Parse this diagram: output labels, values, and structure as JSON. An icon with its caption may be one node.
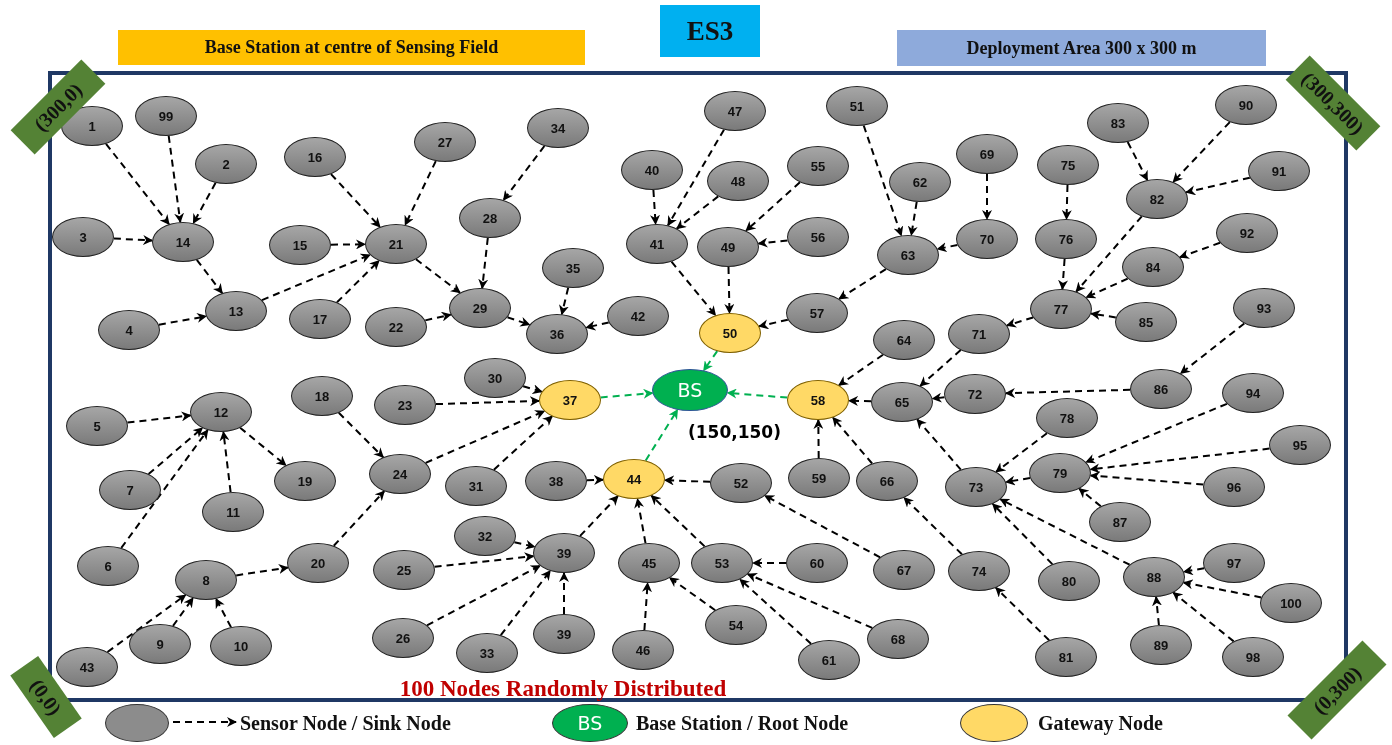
{
  "diagram": {
    "title": "ES3",
    "nodes": [
      {
        "text": [
          "BS"
        ],
        "beside": [
          "(150,150)"
        ]
      },
      {
        "text": [
          "1"
        ]
      },
      {
        "text": [
          "2"
        ]
      },
      {
        "text": [
          "3"
        ]
      },
      {
        "text": [
          "4"
        ]
      },
      {
        "text": [
          "5"
        ]
      },
      {
        "text": [
          "6"
        ]
      },
      {
        "text": [
          "7"
        ]
      },
      {
        "text": [
          "8"
        ]
      },
      {
        "text": [
          "9"
        ]
      },
      {
        "text": [
          "10"
        ]
      },
      {
        "text": [
          "11"
        ]
      },
      {
        "text": [
          "12"
        ]
      },
      {
        "text": [
          "13"
        ]
      },
      {
        "text": [
          "14"
        ]
      },
      {
        "text": [
          "15"
        ]
      },
      {
        "text": [
          "16"
        ]
      },
      {
        "text": [
          "17"
        ]
      },
      {
        "text": [
          "18"
        ]
      },
      {
        "text": [
          "19"
        ]
      },
      {
        "text": [
          "20"
        ]
      },
      {
        "text": [
          "21"
        ]
      },
      {
        "text": [
          "22"
        ]
      },
      {
        "text": [
          "23"
        ]
      },
      {
        "text": [
          "24"
        ]
      },
      {
        "text": [
          "25"
        ]
      },
      {
        "text": [
          "26"
        ]
      },
      {
        "text": [
          "27"
        ]
      },
      {
        "text": [
          "28"
        ]
      },
      {
        "text": [
          "29"
        ]
      },
      {
        "text": [
          "30"
        ]
      },
      {
        "text": [
          "31"
        ]
      },
      {
        "text": [
          "32"
        ]
      },
      {
        "text": [
          "33"
        ]
      },
      {
        "text": [
          "34"
        ]
      },
      {
        "text": [
          "35"
        ]
      },
      {
        "text": [
          "36"
        ]
      },
      {
        "text": [
          "37"
        ]
      },
      {
        "text": [
          "38"
        ]
      },
      {
        "text": [
          "39"
        ]
      },
      {
        "text": [
          "40"
        ]
      },
      {
        "text": [
          "41"
        ]
      },
      {
        "text": [
          "42"
        ]
      },
      {
        "text": [
          "43"
        ]
      },
      {
        "text": [
          "44"
        ]
      },
      {
        "text": [
          "45"
        ]
      },
      {
        "text": [
          "46"
        ]
      },
      {
        "text": [
          "47"
        ]
      },
      {
        "text": [
          "48"
        ]
      },
      {
        "text": [
          "49"
        ]
      },
      {
        "text": [
          "50"
        ]
      },
      {
        "text": [
          "51"
        ]
      },
      {
        "text": [
          "52"
        ]
      },
      {
        "text": [
          "53"
        ]
      },
      {
        "text": [
          "54"
        ]
      },
      {
        "text": [
          "55"
        ]
      },
      {
        "text": [
          "56"
        ]
      },
      {
        "text": [
          "57"
        ]
      },
      {
        "text": [
          "58"
        ]
      },
      {
        "text": [
          "59"
        ]
      },
      {
        "text": [
          "60"
        ]
      },
      {
        "text": [
          "61"
        ]
      },
      {
        "text": [
          "62"
        ]
      },
      {
        "text": [
          "63"
        ]
      },
      {
        "text": [
          "64"
        ]
      },
      {
        "text": [
          "65"
        ]
      },
      {
        "text": [
          "66"
        ]
      },
      {
        "text": [
          "67"
        ]
      },
      {
        "text": [
          "68"
        ]
      },
      {
        "text": [
          "69"
        ]
      },
      {
        "text": [
          "70"
        ]
      },
      {
        "text": [
          "71"
        ]
      },
      {
        "text": [
          "72"
        ]
      },
      {
        "text": [
          "73"
        ]
      },
      {
        "text": [
          "74"
        ]
      },
      {
        "text": [
          "75"
        ]
      },
      {
        "text": [
          "76"
        ]
      },
      {
        "text": [
          "77"
        ]
      },
      {
        "text": [
          "78"
        ]
      },
      {
        "text": [
          "79"
        ]
      },
      {
        "text": [
          "80"
        ]
      },
      {
        "text": [
          "81"
        ]
      },
      {
        "text": [
          "82"
        ]
      },
      {
        "text": [
          "83"
        ]
      },
      {
        "text": [
          "84"
        ]
      },
      {
        "text": [
          "85"
        ]
      },
      {
        "text": [
          "86"
        ]
      },
      {
        "text": [
          "87"
        ]
      },
      {
        "text": [
          "88"
        ]
      },
      {
        "text": [
          "89"
        ]
      },
      {
        "text": [
          "90"
        ]
      },
      {
        "text": [
          "91"
        ]
      },
      {
        "text": [
          "92"
        ]
      },
      {
        "text": [
          "93"
        ]
      },
      {
        "text": [
          "94"
        ]
      },
      {
        "text": [
          "95"
        ]
      },
      {
        "text": [
          "96"
        ]
      },
      {
        "text": [
          "97"
        ]
      },
      {
        "text": [
          "98"
        ]
      },
      {
        "text": [
          "99"
        ]
      },
      {
        "text": [
          "100"
        ]
      },
      {
        "text": [
          "39"
        ]
      }
    ],
    "edges": [
      {
        "from": 1,
        "to": 14,
        "arrow": "to"
      },
      {
        "from": 99,
        "to": 14,
        "arrow": "to"
      },
      {
        "from": 2,
        "to": 14,
        "arrow": "to"
      },
      {
        "from": 3,
        "to": 14,
        "arrow": "to"
      },
      {
        "from": 14,
        "to": 13,
        "arrow": "to"
      },
      {
        "from": 4,
        "to": 13,
        "arrow": "to"
      },
      {
        "from": 13,
        "to": 21,
        "arrow": "to"
      },
      {
        "from": 16,
        "to": 21,
        "arrow": "to"
      },
      {
        "from": 27,
        "to": 21,
        "arrow": "to"
      },
      {
        "from": 15,
        "to": 21,
        "arrow": "to"
      },
      {
        "from": 17,
        "to": 21,
        "arrow": "to"
      },
      {
        "from": 21,
        "to": 29,
        "arrow": "to"
      },
      {
        "from": 34,
        "to": 28,
        "arrow": "to"
      },
      {
        "from": 28,
        "to": 29,
        "arrow": "to"
      },
      {
        "from": 22,
        "to": 29,
        "arrow": "to"
      },
      {
        "from": 29,
        "to": 36,
        "arrow": "to"
      },
      {
        "from": 35,
        "to": 36,
        "arrow": "to"
      },
      {
        "from": 42,
        "to": 36,
        "arrow": "to"
      },
      {
        "from": 40,
        "to": 41,
        "arrow": "to"
      },
      {
        "from": 47,
        "to": 41,
        "arrow": "to"
      },
      {
        "from": 48,
        "to": 41,
        "arrow": "to"
      },
      {
        "from": 41,
        "to": 50,
        "arrow": "to"
      },
      {
        "from": 55,
        "to": 49,
        "arrow": "to"
      },
      {
        "from": 56,
        "to": 49,
        "arrow": "to"
      },
      {
        "from": 49,
        "to": 50,
        "arrow": "to"
      },
      {
        "from": 51,
        "to": 63,
        "arrow": "to"
      },
      {
        "from": 62,
        "to": 63,
        "arrow": "to"
      },
      {
        "from": 69,
        "to": 70,
        "arrow": "to"
      },
      {
        "from": 70,
        "to": 63,
        "arrow": "to"
      },
      {
        "from": 63,
        "to": 57,
        "arrow": "to"
      },
      {
        "from": 57,
        "to": 50,
        "arrow": "to"
      },
      {
        "from": 50,
        "to": 0,
        "arrow": "to",
        "color": "#00b050"
      },
      {
        "from": 75,
        "to": 76,
        "arrow": "to"
      },
      {
        "from": 76,
        "to": 77,
        "arrow": "to"
      },
      {
        "from": 83,
        "to": 82,
        "arrow": "to"
      },
      {
        "from": 90,
        "to": 82,
        "arrow": "to"
      },
      {
        "from": 91,
        "to": 82,
        "arrow": "to"
      },
      {
        "from": 82,
        "to": 77,
        "arrow": "to"
      },
      {
        "from": 92,
        "to": 84,
        "arrow": "to"
      },
      {
        "from": 84,
        "to": 77,
        "arrow": "to"
      },
      {
        "from": 85,
        "to": 77,
        "arrow": "to"
      },
      {
        "from": 77,
        "to": 71,
        "arrow": "to"
      },
      {
        "from": 71,
        "to": 65,
        "arrow": "to"
      },
      {
        "from": 93,
        "to": 86,
        "arrow": "to"
      },
      {
        "from": 86,
        "to": 72,
        "arrow": "to"
      },
      {
        "from": 72,
        "to": 65,
        "arrow": "to"
      },
      {
        "from": 64,
        "to": 58,
        "arrow": "to"
      },
      {
        "from": 65,
        "to": 58,
        "arrow": "to"
      },
      {
        "from": 78,
        "to": 73,
        "arrow": "to"
      },
      {
        "from": 94,
        "to": 79,
        "arrow": "to"
      },
      {
        "from": 95,
        "to": 79,
        "arrow": "to"
      },
      {
        "from": 96,
        "to": 79,
        "arrow": "to"
      },
      {
        "from": 87,
        "to": 79,
        "arrow": "to"
      },
      {
        "from": 79,
        "to": 73,
        "arrow": "to"
      },
      {
        "from": 73,
        "to": 65,
        "arrow": "to"
      },
      {
        "from": 80,
        "to": 73,
        "arrow": "to"
      },
      {
        "from": 97,
        "to": 88,
        "arrow": "to"
      },
      {
        "from": 100,
        "to": 88,
        "arrow": "to"
      },
      {
        "from": 89,
        "to": 88,
        "arrow": "to"
      },
      {
        "from": 98,
        "to": 88,
        "arrow": "to"
      },
      {
        "from": 88,
        "to": 73,
        "arrow": "to"
      },
      {
        "from": 59,
        "to": 58,
        "arrow": "to"
      },
      {
        "from": 66,
        "to": 58,
        "arrow": "to"
      },
      {
        "from": 74,
        "to": 66,
        "arrow": "to"
      },
      {
        "from": 81,
        "to": 74,
        "arrow": "to"
      },
      {
        "from": 58,
        "to": 0,
        "arrow": "to",
        "color": "#00b050"
      },
      {
        "from": 5,
        "to": 12,
        "arrow": "to"
      },
      {
        "from": 7,
        "to": 12,
        "arrow": "to"
      },
      {
        "from": 6,
        "to": 12,
        "arrow": "to"
      },
      {
        "from": 11,
        "to": 12,
        "arrow": "to"
      },
      {
        "from": 12,
        "to": 19,
        "arrow": "to"
      },
      {
        "from": 43,
        "to": 8,
        "arrow": "to"
      },
      {
        "from": 9,
        "to": 8,
        "arrow": "to"
      },
      {
        "from": 10,
        "to": 8,
        "arrow": "to"
      },
      {
        "from": 8,
        "to": 20,
        "arrow": "to"
      },
      {
        "from": 20,
        "to": 24,
        "arrow": "to"
      },
      {
        "from": 18,
        "to": 24,
        "arrow": "to"
      },
      {
        "from": 24,
        "to": 37,
        "arrow": "to"
      },
      {
        "from": 23,
        "to": 37,
        "arrow": "to"
      },
      {
        "from": 30,
        "to": 37,
        "arrow": "to"
      },
      {
        "from": 31,
        "to": 37,
        "arrow": "to"
      },
      {
        "from": 37,
        "to": 0,
        "arrow": "to",
        "color": "#00b050"
      },
      {
        "from": 32,
        "to": 39,
        "arrow": "to"
      },
      {
        "from": 25,
        "to": 39,
        "arrow": "to"
      },
      {
        "from": 26,
        "to": 39,
        "arrow": "to"
      },
      {
        "from": 33,
        "to": 39,
        "arrow": "to"
      },
      {
        "from": 101,
        "to": 39,
        "arrow": "to"
      },
      {
        "from": 39,
        "to": 44,
        "arrow": "to"
      },
      {
        "from": 38,
        "to": 44,
        "arrow": "to"
      },
      {
        "from": 46,
        "to": 45,
        "arrow": "to"
      },
      {
        "from": 54,
        "to": 45,
        "arrow": "to"
      },
      {
        "from": 45,
        "to": 44,
        "arrow": "to"
      },
      {
        "from": 60,
        "to": 53,
        "arrow": "to"
      },
      {
        "from": 61,
        "to": 53,
        "arrow": "to"
      },
      {
        "from": 68,
        "to": 53,
        "arrow": "to"
      },
      {
        "from": 53,
        "to": 44,
        "arrow": "to"
      },
      {
        "from": 67,
        "to": 52,
        "arrow": "to"
      },
      {
        "from": 52,
        "to": 44,
        "arrow": "to"
      },
      {
        "from": 44,
        "to": 0,
        "arrow": "to",
        "color": "#00b050"
      }
    ],
    "labels": [
      "Base Station at centre of Sensing Field",
      "Deployment Area 300 x 300 m",
      "(300,0)",
      "(300,300)",
      "100 Nodes Randomly Distributed",
      "(0,0)",
      "(0,300)",
      "BS"
    ],
    "legend": [
      {
        "text": "Sensor Node / Sink Node",
        "color": "#8c8c8c"
      },
      {
        "text": "Base Station / Root Node",
        "color": "#00b050"
      },
      {
        "text": "Gateway Node",
        "color": "#ffd966"
      }
    ]
  }
}
